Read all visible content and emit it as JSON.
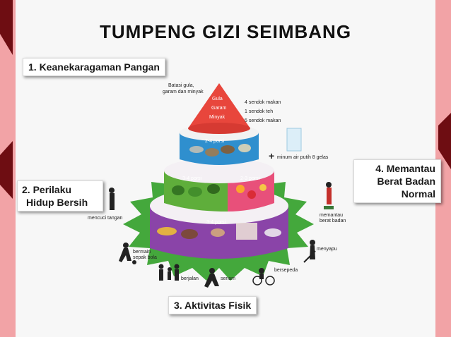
{
  "title": "TUMPENG GIZI SEIMBANG",
  "labels": {
    "l1": "1. Keanekaragaman Pangan",
    "l2a": "2. Perilaku",
    "l2b": "Hidup Bersih",
    "l3": "3. Aktivitas Fisik",
    "l4a": "4. Memantau",
    "l4b": "Berat Badan",
    "l4c": "Normal"
  },
  "pyramid": {
    "top_note_1": "Batasi gula,",
    "top_note_2": "garam dan minyak",
    "gula": "Gula",
    "garam": "Garam",
    "minyak": "Minyak",
    "gula_amount": "4 sendok makan",
    "garam_amount": "1 sendok teh",
    "minyak_amount": "5 sendok makan",
    "tier2": "2-4 porsi",
    "tier3a": "3-4 porsi",
    "tier3b": "2-3 porsi",
    "tier4": "3-4 porsi",
    "water": "minum air putih 8 gelas"
  },
  "activities": {
    "cuci": "mencuci tangan",
    "timbang_1": "memantau",
    "timbang_2": "berat badan",
    "bola_1": "bermain",
    "bola_2": "sepak bola",
    "sapu": "menyapu",
    "jalan": "berjalan",
    "senam": "senam",
    "sepeda": "bersepeda"
  },
  "colors": {
    "side": "#f2a3a6",
    "corner": "#6e0d12",
    "tier1": "#e8463c",
    "tier2": "#2f8fce",
    "tier3a": "#5fae3b",
    "tier3b": "#e8507a",
    "tier4": "#8a44a8",
    "base": "#44a83c"
  }
}
